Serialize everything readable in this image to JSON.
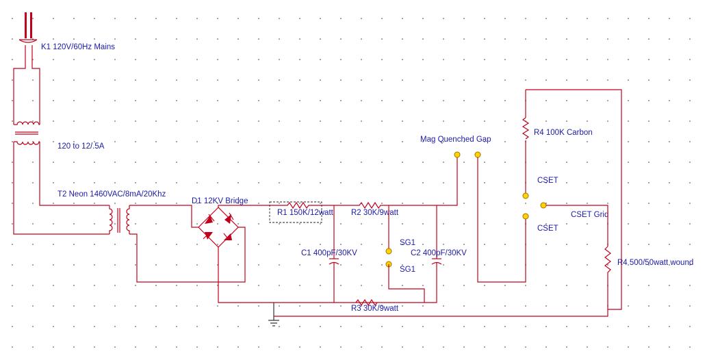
{
  "labels": {
    "mains": "K1 120V/60Hz Mains",
    "isolation": "120 to 12/.5A",
    "neon": "T2 Neon 1460VAC/8mA/20Khz",
    "bridge": "D1 12KV Bridge",
    "r1": "R1 150K/12watt",
    "r2": "R2 30K/9watt",
    "r3": "R3 30K/9watt",
    "c1": "C1 400pF/30KV",
    "c2": "C2 400pF/30KV",
    "sg1_top": "SG1",
    "sg1_bottom": "SG1",
    "mag_gap": "Mag Quenched Gap",
    "r4_top": "R4 100K Carbon",
    "cset_top": "CSET",
    "cset_grid": "CSET Grid",
    "cset_bottom": "CSET",
    "r4_bottom": "R4 500/50watt wound"
  },
  "colors": {
    "wire": "#c0001a",
    "label": "#1a1aa8",
    "terminal_fill": "#ffd400",
    "terminal_stroke": "#a07000",
    "ground": "#333333"
  },
  "icons": [
    "plug-icon",
    "transformer-icon",
    "bridge-rectifier-icon",
    "resistor-icon",
    "capacitor-icon",
    "spark-gap-icon",
    "switch-icon",
    "ground-icon"
  ]
}
